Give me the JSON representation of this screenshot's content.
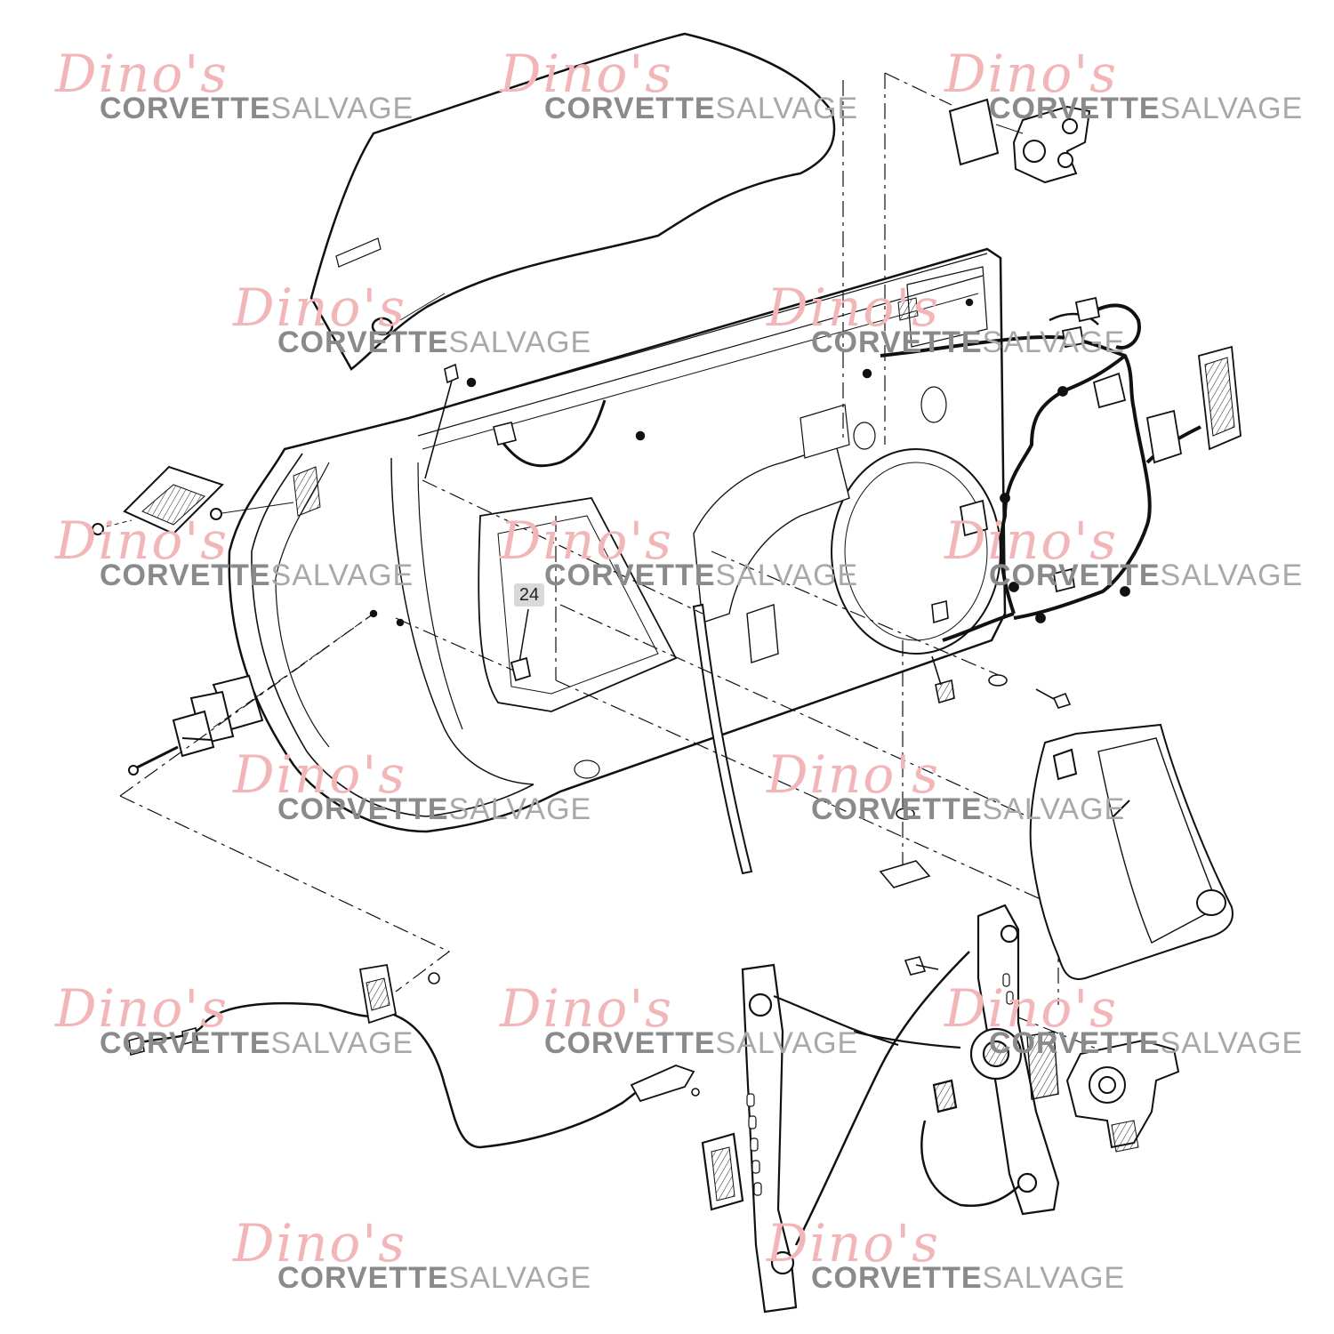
{
  "watermark": {
    "script_text": "Dino's",
    "brand_bold": "CORVETTE",
    "brand_light": "SALVAGE",
    "script_color": "#f2b6b8",
    "text_color": "#8f8f8f"
  },
  "callouts": [
    {
      "label": "24"
    }
  ],
  "parts": [
    "door-window-glass",
    "door-frame-shell",
    "door-wiring-harness",
    "window-regulator",
    "window-regulator-motor",
    "door-water-deflector",
    "door-check-link",
    "latch-cable-handle",
    "mirror-patch-bracket",
    "side-trim-panel"
  ]
}
